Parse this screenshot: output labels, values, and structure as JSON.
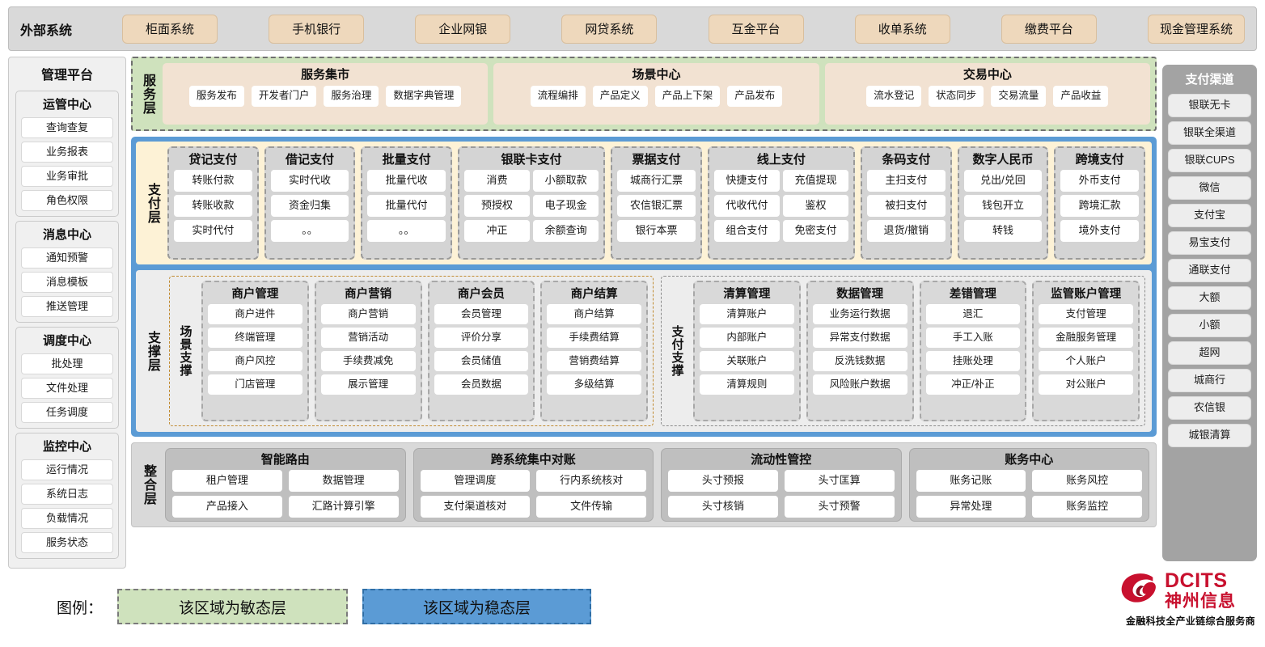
{
  "external": {
    "label": "外部系统",
    "items": [
      "柜面系统",
      "手机银行",
      "企业网银",
      "网贷系统",
      "互金平台",
      "收单系统",
      "缴费平台",
      "现金管理系统"
    ]
  },
  "left": {
    "title": "管理平台",
    "groups": [
      {
        "title": "运管中心",
        "items": [
          "查询查复",
          "业务报表",
          "业务审批",
          "角色权限"
        ]
      },
      {
        "title": "消息中心",
        "items": [
          "通知预警",
          "消息模板",
          "推送管理"
        ]
      },
      {
        "title": "调度中心",
        "items": [
          "批处理",
          "文件处理",
          "任务调度"
        ]
      },
      {
        "title": "监控中心",
        "items": [
          "运行情况",
          "系统日志",
          "负载情况",
          "服务状态"
        ]
      }
    ]
  },
  "right": {
    "title": "支付渠道",
    "items": [
      "银联无卡",
      "银联全渠道",
      "银联CUPS",
      "微信",
      "支付宝",
      "易宝支付",
      "通联支付",
      "大额",
      "小额",
      "超网",
      "城商行",
      "农信银",
      "城银清算"
    ]
  },
  "service_layer": {
    "label": "服务层",
    "groups": [
      {
        "title": "服务集市",
        "items": [
          "服务发布",
          "开发者门户",
          "服务治理",
          "数据字典管理"
        ]
      },
      {
        "title": "场景中心",
        "items": [
          "流程编排",
          "产品定义",
          "产品上下架",
          "产品发布"
        ]
      },
      {
        "title": "交易中心",
        "items": [
          "流水登记",
          "状态同步",
          "交易流量",
          "产品收益"
        ]
      }
    ]
  },
  "payment_layer": {
    "label": "支付层",
    "columns": [
      {
        "title": "贷记支付",
        "cols": 1,
        "items": [
          "转账付款",
          "转账收款",
          "实时代付"
        ]
      },
      {
        "title": "借记支付",
        "cols": 1,
        "items": [
          "实时代收",
          "资金归集",
          "。。"
        ]
      },
      {
        "title": "批量支付",
        "cols": 1,
        "items": [
          "批量代收",
          "批量代付",
          "。。"
        ]
      },
      {
        "title": "银联卡支付",
        "cols": 2,
        "items": [
          "消费",
          "小额取款",
          "预授权",
          "电子现金",
          "冲正",
          "余额查询"
        ]
      },
      {
        "title": "票据支付",
        "cols": 1,
        "items": [
          "城商行汇票",
          "农信银汇票",
          "银行本票"
        ]
      },
      {
        "title": "线上支付",
        "cols": 2,
        "items": [
          "快捷支付",
          "充值提现",
          "代收代付",
          "鉴权",
          "组合支付",
          "免密支付"
        ]
      },
      {
        "title": "条码支付",
        "cols": 1,
        "items": [
          "主扫支付",
          "被扫支付",
          "退货/撤销"
        ]
      },
      {
        "title": "数字人民币",
        "cols": 1,
        "items": [
          "兑出/兑回",
          "钱包开立",
          "转钱"
        ]
      },
      {
        "title": "跨境支付",
        "cols": 1,
        "items": [
          "外币支付",
          "跨境汇款",
          "境外支付"
        ]
      }
    ]
  },
  "support_layer": {
    "label": "支撑层",
    "zones": [
      {
        "label": "场景支撑",
        "columns": [
          {
            "title": "商户管理",
            "items": [
              "商户进件",
              "终端管理",
              "商户风控",
              "门店管理"
            ]
          },
          {
            "title": "商户营销",
            "items": [
              "商户营销",
              "营销活动",
              "手续费减免",
              "展示管理"
            ]
          },
          {
            "title": "商户会员",
            "items": [
              "会员管理",
              "评价分享",
              "会员储值",
              "会员数据"
            ]
          },
          {
            "title": "商户结算",
            "items": [
              "商户结算",
              "手续费结算",
              "营销费结算",
              "多级结算"
            ]
          }
        ]
      },
      {
        "label": "支付支撑",
        "columns": [
          {
            "title": "清算管理",
            "items": [
              "清算账户",
              "内部账户",
              "关联账户",
              "清算规则"
            ]
          },
          {
            "title": "数据管理",
            "items": [
              "业务运行数据",
              "异常支付数据",
              "反洗钱数据",
              "风险账户数据"
            ]
          },
          {
            "title": "差错管理",
            "items": [
              "退汇",
              "手工入账",
              "挂账处理",
              "冲正/补正"
            ]
          },
          {
            "title": "监管账户管理",
            "items": [
              "支付管理",
              "金融服务管理",
              "个人账户",
              "对公账户"
            ]
          }
        ]
      }
    ]
  },
  "integration_layer": {
    "label": "整合层",
    "columns": [
      {
        "title": "智能路由",
        "items": [
          "租户管理",
          "数据管理",
          "产品接入",
          "汇路计算引擎"
        ]
      },
      {
        "title": "跨系统集中对账",
        "items": [
          "管理调度",
          "行内系统核对",
          "支付渠道核对",
          "文件传输"
        ]
      },
      {
        "title": "流动性管控",
        "items": [
          "头寸预报",
          "头寸匡算",
          "头寸核销",
          "头寸预警"
        ]
      },
      {
        "title": "账务中心",
        "items": [
          "账务记账",
          "账务风控",
          "异常处理",
          "账务监控"
        ]
      }
    ]
  },
  "legend": {
    "label": "图例：",
    "agile": "该区域为敏态层",
    "stable": "该区域为稳态层",
    "agile_color": "#cfe2bd",
    "stable_color": "#5b9bd5"
  },
  "logo": {
    "en": "DCITS",
    "cn": "神州信息",
    "tagline": "金融科技全产业链综合服务商",
    "color": "#c8102e"
  }
}
